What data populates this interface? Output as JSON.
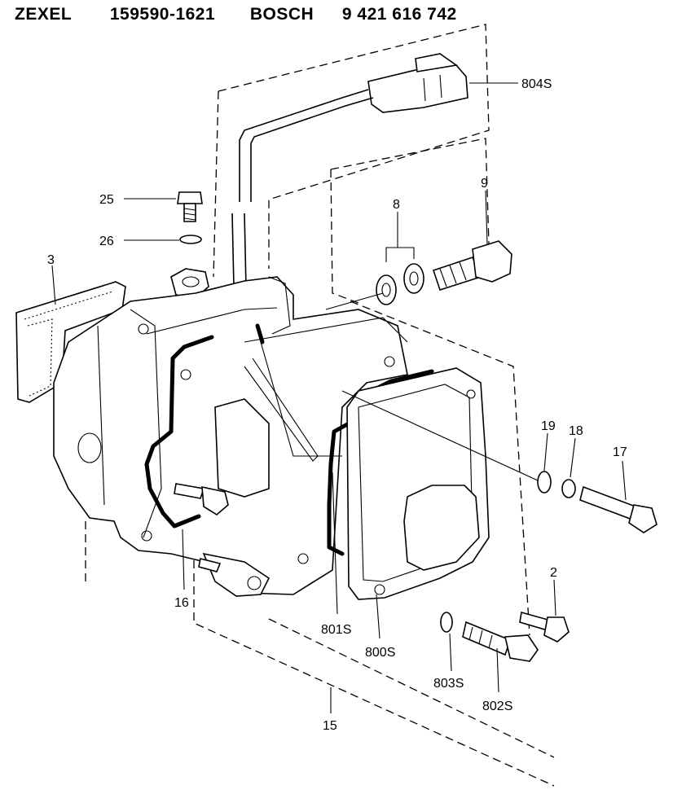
{
  "header": {
    "maker": "ZEXEL",
    "zexel_number": "159590-1621",
    "brand": "BOSCH",
    "bosch_number": "9 421 616 742"
  },
  "callouts": {
    "c804s": "804S",
    "c25": "25",
    "c26": "26",
    "c3": "3",
    "c8": "8",
    "c9": "9",
    "c19": "19",
    "c18": "18",
    "c17": "17",
    "c2": "2",
    "c16": "16",
    "c801s": "801S",
    "c800s": "800S",
    "c803s": "803S",
    "c802s": "802S",
    "c15": "15"
  }
}
